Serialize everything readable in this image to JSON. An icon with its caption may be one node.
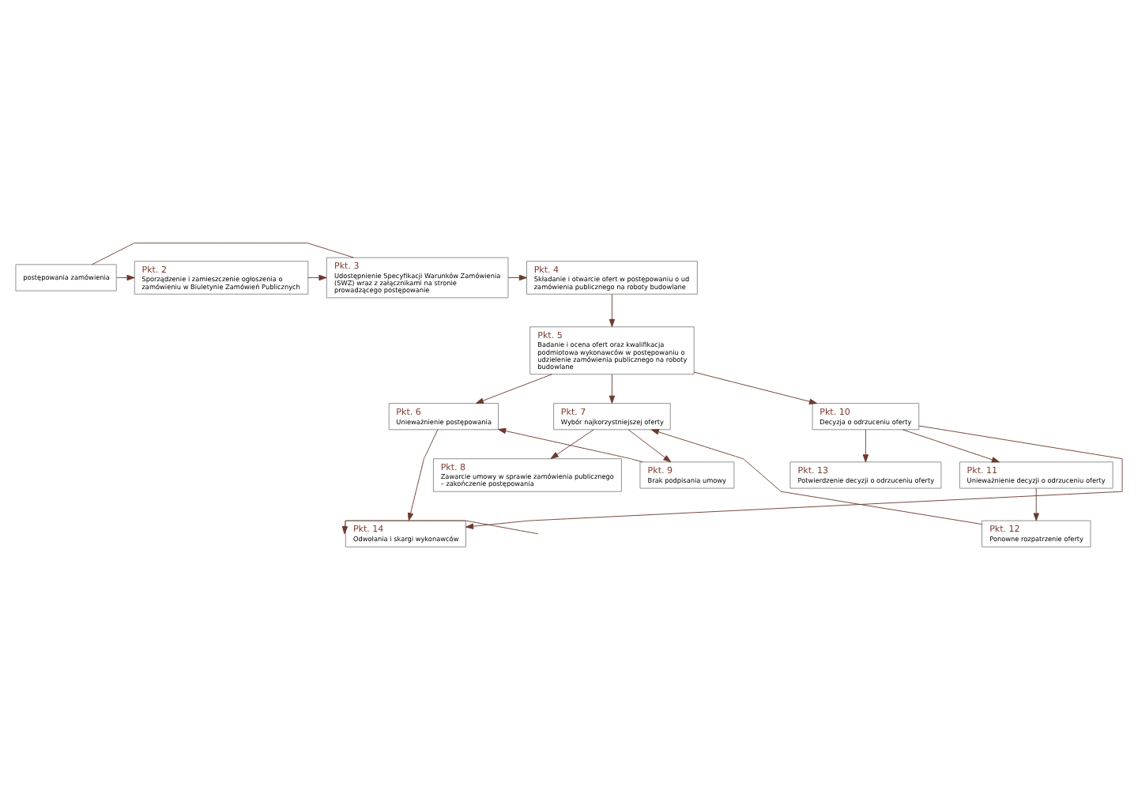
{
  "diagram": {
    "nodes": [
      {
        "text": [
          "postępowania zamówienia"
        ]
      },
      {
        "text": [
          "Pkt. 2",
          "Sporządzenie i zamieszczenie ogłoszenia o zamówieniu w Biuletynie Zamówień Publicznych"
        ]
      },
      {
        "text": [
          "Pkt. 3",
          "Udostępnienie Specyfikacji Warunków Zamówienia (SWZ) wraz z załącznikami na stronie prowadzącego postępowanie"
        ]
      },
      {
        "text": [
          "Pkt. 4",
          "Składanie i otwarcie ofert w postępowaniu o ud zamówienia publicznego na roboty budowlane"
        ]
      },
      {
        "text": [
          "Pkt. 5",
          "Badanie i ocena ofert oraz kwalifikacja podmiotowa wykonawców w postępowaniu o udzielenie zamówienia publicznego na roboty budowlane"
        ]
      },
      {
        "text": [
          "Pkt. 6",
          "Unieważnienie postępowania"
        ]
      },
      {
        "text": [
          "Pkt. 7",
          "Wybór najkorzystniejszej oferty"
        ]
      },
      {
        "text": [
          "Pkt. 10",
          "Decyzja o odrzuceniu oferty"
        ]
      },
      {
        "text": [
          "Pkt. 8",
          "Zawarcie umowy w sprawie zamówienia publicznego – zakończenie postępowania"
        ]
      },
      {
        "text": [
          "Pkt. 9",
          "Brak podpisania umowy"
        ]
      },
      {
        "text": [
          "Pkt. 11",
          "Unieważnienie decyzji o odrzuceniu oferty"
        ]
      },
      {
        "text": [
          "Pkt. 13",
          "Potwierdzenie decyzji o odrzuceniu oferty"
        ]
      },
      {
        "text": [
          "Pkt. 14",
          "Odwołania i skargi wykonawców"
        ]
      },
      {
        "text": [
          "Pkt. 12",
          "Ponowne rozpatrzenie oferty"
        ]
      }
    ],
    "edges": [
      {
        "from": 0,
        "to": 1,
        "arrow": "to"
      },
      {
        "from": 1,
        "to": 2,
        "arrow": "to"
      },
      {
        "from": 2,
        "to": 3,
        "arrow": "to"
      },
      {
        "from": 0,
        "to": 2,
        "arrow": "none"
      },
      {
        "from": 3,
        "to": 4,
        "arrow": "to"
      },
      {
        "from": 4,
        "to": 5,
        "arrow": "to"
      },
      {
        "from": 4,
        "to": 6,
        "arrow": "to"
      },
      {
        "from": 4,
        "to": 7,
        "arrow": "to"
      },
      {
        "from": 5,
        "to": 12,
        "arrow": "to"
      },
      {
        "from": 9,
        "to": 5,
        "arrow": "to"
      },
      {
        "from": 6,
        "to": 8,
        "arrow": "to"
      },
      {
        "from": 6,
        "to": 9,
        "arrow": "to"
      },
      {
        "from": 7,
        "to": 10,
        "arrow": "to"
      },
      {
        "from": 7,
        "to": 11,
        "arrow": "to"
      },
      {
        "from": 10,
        "to": 13,
        "arrow": "to"
      },
      {
        "from": 13,
        "to": 6,
        "arrow": "to"
      },
      {
        "from": 7,
        "to": 12,
        "arrow": "to"
      },
      {
        "from": null,
        "to": 12,
        "arrow": "to"
      }
    ]
  }
}
